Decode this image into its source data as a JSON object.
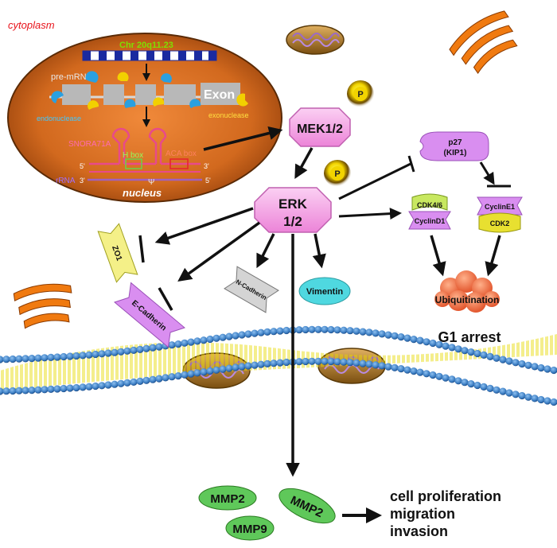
{
  "labels": {
    "cytoplasm": "cytoplasm",
    "chromosome": "Chr 20q11.23",
    "pre_mrna": "pre-mRNA",
    "exon": "Exon",
    "endonuclease": "endonuclease",
    "exonuclease": "exonuclease",
    "snora": "SNORA71A",
    "h_box": "H box",
    "aca_box": "ACA box",
    "five_prime": "5'",
    "three_prime": "3'",
    "rrna": "rRNA",
    "psi": "Ψ",
    "nucleus": "nucleus",
    "phospho": "P",
    "mek": "MEK1/2",
    "erk_line1": "ERK",
    "erk_line2": "1/2",
    "p27_line1": "p27",
    "p27_line2": "(KIP1)",
    "cdk46": "CDK4/6",
    "cyclind1": "CyclinD1",
    "cycline1": "CyclinE1",
    "cdk2": "CDK2",
    "ubiquitination": "Ubiquitination",
    "g1_arrest": "G1 arrest",
    "zo1": "ZO1",
    "ecadherin": "E-Cadherin",
    "ncadherin": "N-Cadherin",
    "vimentin": "Vimentin",
    "mmp2_a": "MMP2",
    "mmp2_b": "MMP2",
    "mmp9": "MMP9",
    "outcome_1": "cell proliferation",
    "outcome_2": "migration",
    "outcome_3": "invasion"
  },
  "colors": {
    "cytoplasm_text": "#e8141c",
    "nucleus_orange": "#d2691e",
    "chromosome_text": "#7ee000",
    "pink_node": "#f5a0e6",
    "purple_node": "#d98ef0",
    "green_node": "#c8e860",
    "membrane_bead": "#3d7fc4",
    "membrane_tail": "#e8d800",
    "golgi_orange": "#f07a10",
    "mmp_green": "#5fc85a",
    "vimentin_cyan": "#4fd8e0"
  }
}
